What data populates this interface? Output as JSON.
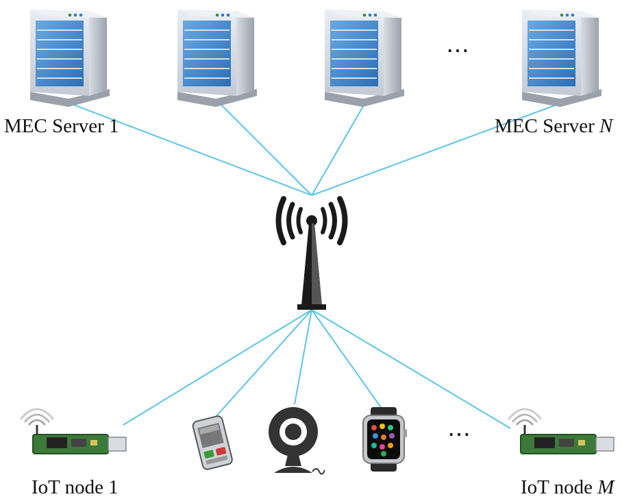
{
  "servers": {
    "first_label": "MEC Server 1",
    "last_label_prefix": "MEC Server ",
    "last_label_var": "N",
    "ellipsis": "⋯"
  },
  "devices": {
    "first_label": "IoT node 1",
    "last_label_prefix": "IoT node ",
    "last_label_var": "M",
    "ellipsis": "⋯"
  },
  "colors": {
    "link": "#5bc4e8",
    "tower": "#1a1a1a",
    "server_front": "#7fb8e8",
    "board": "#3c7a3a"
  },
  "icons": {
    "server": "server-icon",
    "base_station": "antenna-tower-icon",
    "iot_node": "iot-board-icon",
    "phone": "smartphone-icon",
    "camera": "webcam-icon",
    "watch": "smartwatch-icon"
  }
}
